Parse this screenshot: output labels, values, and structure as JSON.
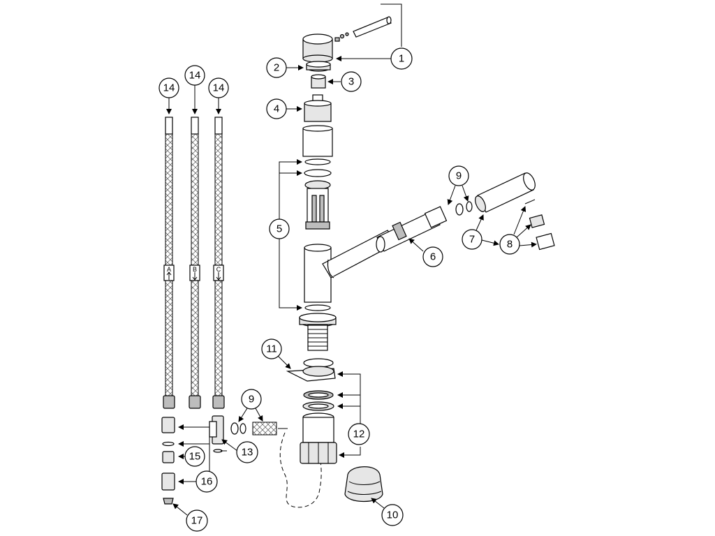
{
  "diagram": {
    "callouts": {
      "c1": "1",
      "c2": "2",
      "c3": "3",
      "c4": "4",
      "c5": "5",
      "c6": "6",
      "c7": "7",
      "c8": "8",
      "c9a": "9",
      "c9b": "9",
      "c10": "10",
      "c11": "11",
      "c12": "12",
      "c13": "13",
      "c14a": "14",
      "c14b": "14",
      "c14c": "14",
      "c15": "15",
      "c16": "16",
      "c17": "17"
    },
    "hose_labels": {
      "a": "A",
      "b": "B",
      "c": "C"
    }
  }
}
